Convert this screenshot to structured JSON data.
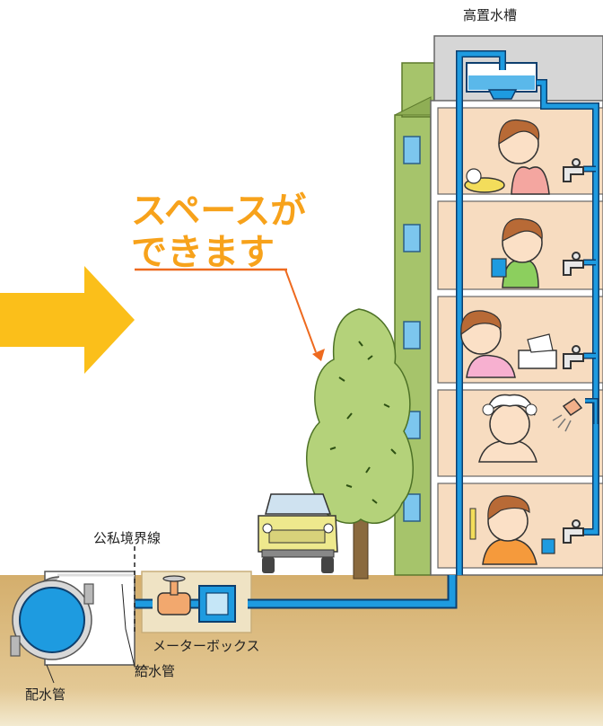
{
  "labels": {
    "elevated_tank": "高置水槽",
    "space_line1": "スペースが",
    "space_line2": "できます",
    "boundary_line": "公私境界線",
    "meter_box": "メーターボックス",
    "service_pipe": "給水管",
    "distribution_main": "配水管"
  },
  "colors": {
    "pipe": "#1e9be0",
    "pipe_outline": "#0d3f6e",
    "ground": "#d8b474",
    "ground_light": "#eadcb5",
    "building": "#a6c46b",
    "room": "#f7dcc0",
    "accent_orange": "#f7a21b",
    "arrow_yellow": "#fbbf1a",
    "tree": "#b4d27a",
    "car": "#eee98d"
  },
  "icons": [
    "right-arrow-icon",
    "tree-icon",
    "car-icon",
    "faucet-icon",
    "shower-icon",
    "water-tank-icon",
    "gate-valve-icon",
    "water-meter-icon"
  ]
}
